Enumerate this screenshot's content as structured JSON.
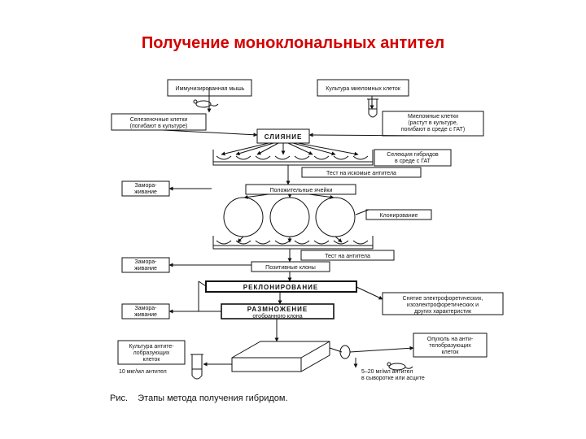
{
  "title": "Получение моноклональных антител",
  "diagram": {
    "immunized_mouse": "Иммунизированная мышь",
    "myeloma_culture": "Культура миеломных клеток",
    "spleen_cells_1": "Селезеночные клетки",
    "spleen_cells_2": "(погибают в культуре)",
    "myeloma_cells_1": "Миеломные клетки",
    "myeloma_cells_2": "(растут в культуре,",
    "myeloma_cells_3": "погибают в среде с ГАТ)",
    "fusion": "СЛИЯНИЕ",
    "hybrid_sel_1": "Селекция гибридов",
    "hybrid_sel_2": "в среде с ГАТ",
    "antibody_test_1": "Тест на искомые антитела",
    "freezing_1a": "Замора-",
    "freezing_1b": "живание",
    "positive_wells": "Положительные ячейки",
    "cloning": "Клонирование",
    "freezing_2a": "Замора-",
    "freezing_2b": "живание",
    "antibody_test_2": "Тест на антитела",
    "positive_clones": "Позитивные клоны",
    "recloning": "РЕКЛОНИРОВАНИЕ",
    "char_1": "Снятие электрофоретических,",
    "char_2": "изоэлектрофоретических и",
    "char_3": "других характеристик",
    "freezing_3a": "Замора-",
    "freezing_3b": "живание",
    "expansion_1": "РАЗМНОЖЕНИЕ",
    "expansion_2": "отобранного клона",
    "culture_ab_1": "Культура антите-",
    "culture_ab_2": "лобразующих",
    "culture_ab_3": "клеток",
    "tumor_1": "Опухоль на анти-",
    "tumor_2": "телобразующих",
    "tumor_3": "клеток",
    "conc_left": "10 мкг/мл антител",
    "conc_right_1": "5–20 мг/мл антител",
    "conc_right_2": "в сыворотке или асците",
    "caption": "Рис.    Этапы метода получения гибридом."
  },
  "colors": {
    "title": "#d40000",
    "ink": "#111111"
  },
  "icons": [
    "mouse-icon",
    "test-tube-icon",
    "petri-dish-icon",
    "culture-flask-icon"
  ]
}
